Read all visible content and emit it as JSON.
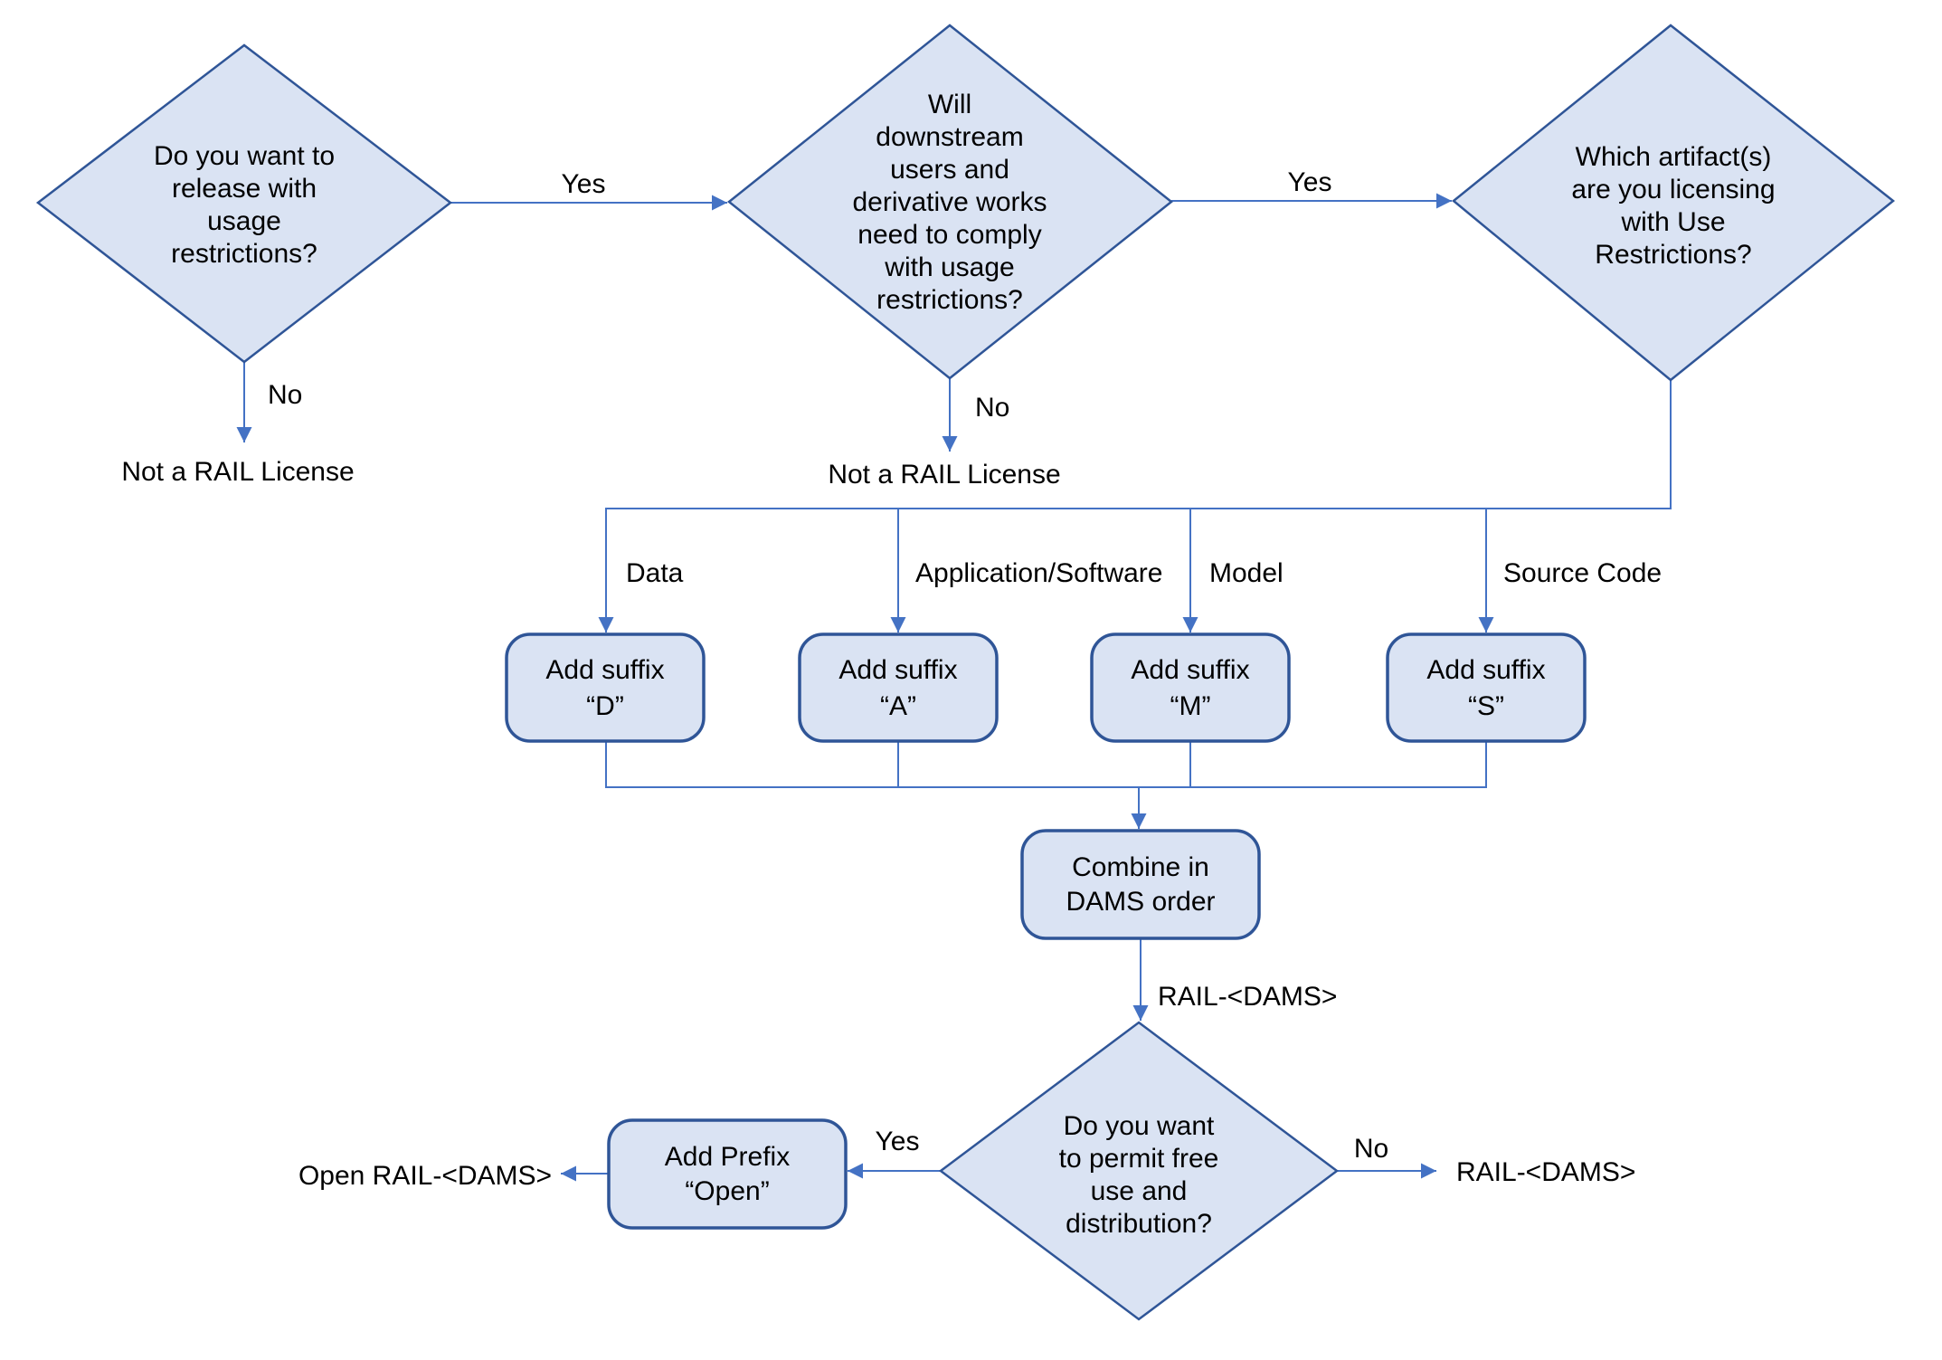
{
  "title": "RAIL license naming decision flowchart",
  "colors": {
    "page_bg": "#ffffff",
    "shape_fill": "#dae3f3",
    "diamond_border": "#2f5597",
    "box_border": "#2f5597",
    "connector": "#4472c4",
    "text_color": "#000000"
  },
  "nodes": {
    "q_release": {
      "lines": [
        "Do you want to",
        "release with",
        "usage",
        "restrictions?"
      ]
    },
    "q_downstream": {
      "lines": [
        "Will",
        "downstream",
        "users and",
        "derivative works",
        "need to comply",
        "with usage",
        "restrictions?"
      ]
    },
    "q_artifacts": {
      "lines": [
        "Which artifact(s)",
        "are you licensing",
        "with Use",
        "Restrictions?"
      ]
    },
    "q_free_use": {
      "lines": [
        "Do you want",
        "to permit free",
        "use and",
        "distribution?"
      ]
    },
    "suffix_d": {
      "lines": [
        "Add suffix",
        "“D”"
      ]
    },
    "suffix_a": {
      "lines": [
        "Add suffix",
        "“A”"
      ]
    },
    "suffix_m": {
      "lines": [
        "Add suffix",
        "“M”"
      ]
    },
    "suffix_s": {
      "lines": [
        "Add suffix",
        "“S”"
      ]
    },
    "combine": {
      "lines": [
        "Combine in",
        "DAMS order"
      ]
    },
    "prefix_open": {
      "lines": [
        "Add Prefix",
        "“Open”"
      ]
    }
  },
  "labels": {
    "yes_release": "Yes",
    "yes_downstream": "Yes",
    "no_release": "No",
    "no_downstream": "No",
    "not_rail_license_1": "Not a RAIL License",
    "not_rail_license_2": "Not a RAIL License",
    "branch_data": "Data",
    "branch_application": "Application/Software",
    "branch_model": "Model",
    "branch_source_code": "Source Code",
    "rail_dams_mid": "RAIL-<DAMS>",
    "yes_free_use": "Yes",
    "no_free_use": "No",
    "open_rail_dams": "Open RAIL-<DAMS>",
    "rail_dams_right": "RAIL-<DAMS>"
  }
}
